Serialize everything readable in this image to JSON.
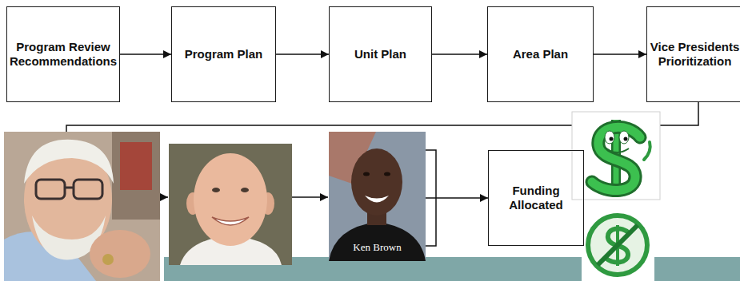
{
  "diagram": {
    "nodes": [
      {
        "text": [
          "Program Review Recommendations"
        ]
      },
      {
        "text": [
          "Program Plan"
        ]
      },
      {
        "text": [
          "Unit Plan"
        ]
      },
      {
        "text": [
          "Area Plan"
        ]
      },
      {
        "text": [
          "Vice Presidents Prioritization"
        ]
      },
      {
        "text": [
          "Ken Brown"
        ]
      },
      {
        "text": [
          "Funding Allocated"
        ]
      }
    ],
    "edges": [
      {
        "from": 0,
        "to": 1,
        "arrow": "to"
      },
      {
        "from": 1,
        "to": 2,
        "arrow": "to"
      },
      {
        "from": 2,
        "to": 3,
        "arrow": "to"
      },
      {
        "from": 3,
        "to": 4,
        "arrow": "to"
      },
      {
        "from": 5,
        "to": 6,
        "arrow": "to"
      }
    ]
  }
}
